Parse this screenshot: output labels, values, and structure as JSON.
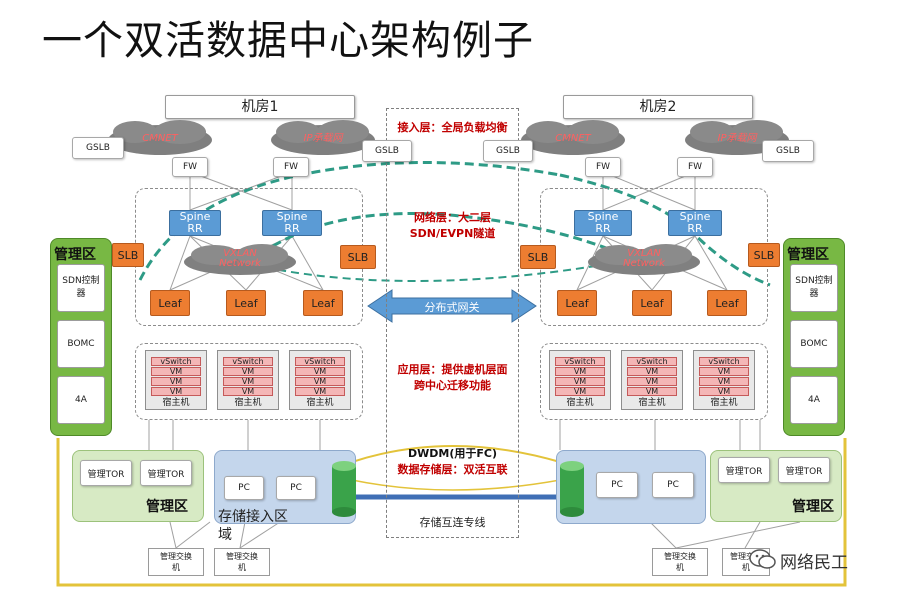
{
  "title": "一个双活数据中心架构例子",
  "rooms": [
    "机房1",
    "机房2"
  ],
  "labels": {
    "gslb": "GSLB",
    "fw": "FW",
    "slb": "SLB",
    "spine_line1": "Spine",
    "spine_line2": "RR",
    "leaf": "Leaf",
    "cmnet": "CMNET",
    "ip_net": "IP承载网",
    "vxlan_line1": "VXLAN",
    "vxlan_line2": "Network",
    "vswitch": "vSwitch",
    "vm": "VM",
    "host": "宿主机",
    "mgmt_zone": "管理区",
    "sdn_ctrl_line1": "SDN控制",
    "sdn_ctrl_line2": "器",
    "bomc": "BOMC",
    "4a": "4A",
    "mgmt_tor": "管理TOR",
    "pc": "PC",
    "storage_access_line1": "存储接入区",
    "storage_access_line2": "域",
    "mgmt_switch_line1": "管理交换",
    "mgmt_switch_line2": "机"
  },
  "center": {
    "access_layer": "接入层：全局负载均衡",
    "network_layer_line1": "网络层：大二层",
    "network_layer_line2": "SDN/EVPN隧道",
    "dist_gateway": "分布式网关",
    "app_layer_line1": "应用层：提供虚机层面",
    "app_layer_line2": "跨中心迁移功能",
    "dwdm": "DWDM(用于FC)",
    "storage_layer": "数据存储层：双活互联",
    "storage_line": "存储互连专线"
  },
  "watermark": "网络民工",
  "colors": {
    "spine": "#5b9bd5",
    "orange": "#ed7d31",
    "mgmt_green": "#78b844",
    "mgmt_light": "#d7eac4",
    "storage_blue": "#c4d6ec",
    "red_text": "#c00000",
    "teal_dash": "#2e9b86",
    "storage_line": "#3f6fb5",
    "mgmt_line": "#e3c33a"
  }
}
